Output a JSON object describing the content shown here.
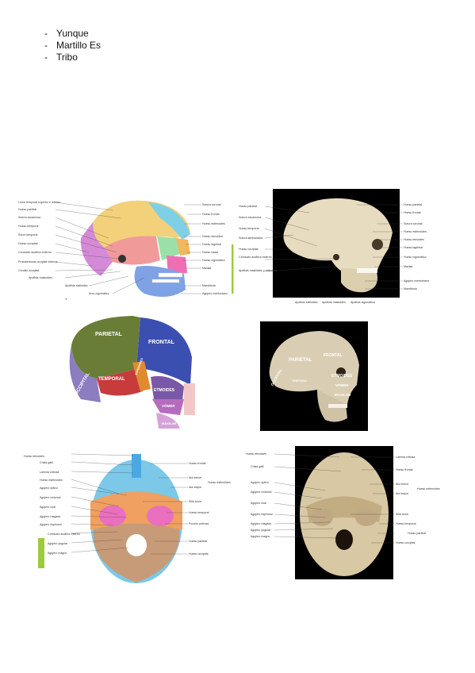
{
  "list": {
    "items": [
      "Yunque",
      "Martillo Es",
      "Tribo"
    ]
  },
  "colors": {
    "accent_bar": "#9ccc3a",
    "parietal": "#6a7d36",
    "frontal": "#3b4fb0",
    "temporal": "#c73b3b",
    "occipital": "#8c7cc0",
    "sphenoid": "#e08a2e",
    "photo_bg": "#000000"
  },
  "figures": {
    "lateral_colored": {
      "labels_left": [
        "Línea temporal superior e inferior",
        "Hueso parietal",
        "Sutura escamosa",
        "Hueso temporal",
        "Surco temporal",
        "Hueso occipital",
        "Conducto auditivo externo",
        "Protuberancia occipital externa",
        "Cóndilo occipital",
        "Apófisis mastoides",
        "Apófisis estiloides",
        "Arco cigomático"
      ],
      "labels_right": [
        "Sutura coronal",
        "Hueso frontal",
        "Hueso esfenoides",
        "Hueso etmoides",
        "Hueso lagrimal",
        "Hueso nasal",
        "Hueso cigomático",
        "Maxilar",
        "Mandíbula",
        "Agujero mentoniano"
      ]
    },
    "lateral_photo": {
      "labels_left": [
        "Hueso parietal",
        "Sutura escamosa",
        "Hueso temporal",
        "Sutura lambdoidea",
        "Hueso occipital",
        "Conducto auditivo externo",
        "Apófisis mastoides y estiloides"
      ],
      "labels_right": [
        "Hueso parietal",
        "Hueso frontal",
        "Sutura coronal",
        "Hueso esfenoides",
        "Hueso etmoides",
        "Hueso lagrimal",
        "Hueso cigomático",
        "Maxilar",
        "Agujero mentoniano",
        "Mandíbula"
      ],
      "labels_bottom": [
        "Apófisis estiloides",
        "Apófisis mastoides",
        "Apófisis cigomática"
      ]
    },
    "region_colored": {
      "regions": [
        "PARIETAL",
        "FRONTAL",
        "TEMPORAL",
        "OCCIPITAL",
        "ESFENOIDES",
        "ETMOIDES",
        "VÓMER",
        "MAXILAR"
      ]
    },
    "region_photo": {
      "regions": [
        "PARIETAL",
        "FRONTAL",
        "OCCIPITAL",
        "TEMPORAL",
        "ETMOIDES",
        "VÓMER",
        "MAXILAR"
      ]
    },
    "base_colored": {
      "labels_left": [
        "Hueso etmoides",
        "Crista galli",
        "Lámina cribosa",
        "Hueso esfenoides",
        "Agujero óptico",
        "Agujero redondo",
        "Agujero oval",
        "Agujero rasgado",
        "Agujero espinoso",
        "Conducto auditivo interno",
        "Agujero yugular",
        "Agujero magno"
      ],
      "labels_right": [
        "Hueso frontal",
        "Ala menor",
        "Ala mayor",
        "Hueso esfenoides",
        "Silla turca",
        "Hueso temporal",
        "Porción petrosa",
        "Hueso parietal",
        "Hueso occipital"
      ]
    },
    "base_photo": {
      "labels_left": [
        "Hueso etmoides",
        "Crista galli",
        "Agujero óptico",
        "Agujero redondo",
        "Agujero oval",
        "Agujero espinoso",
        "Agujero rasgado",
        "Agujero yugular",
        "Agujero magno"
      ],
      "labels_right": [
        "Lámina cribosa",
        "Hueso frontal",
        "Ala menor",
        "Ala mayor",
        "Hueso esfenoides",
        "Silla turca",
        "Hueso temporal",
        "Hueso parietal",
        "Hueso occipital"
      ]
    }
  }
}
